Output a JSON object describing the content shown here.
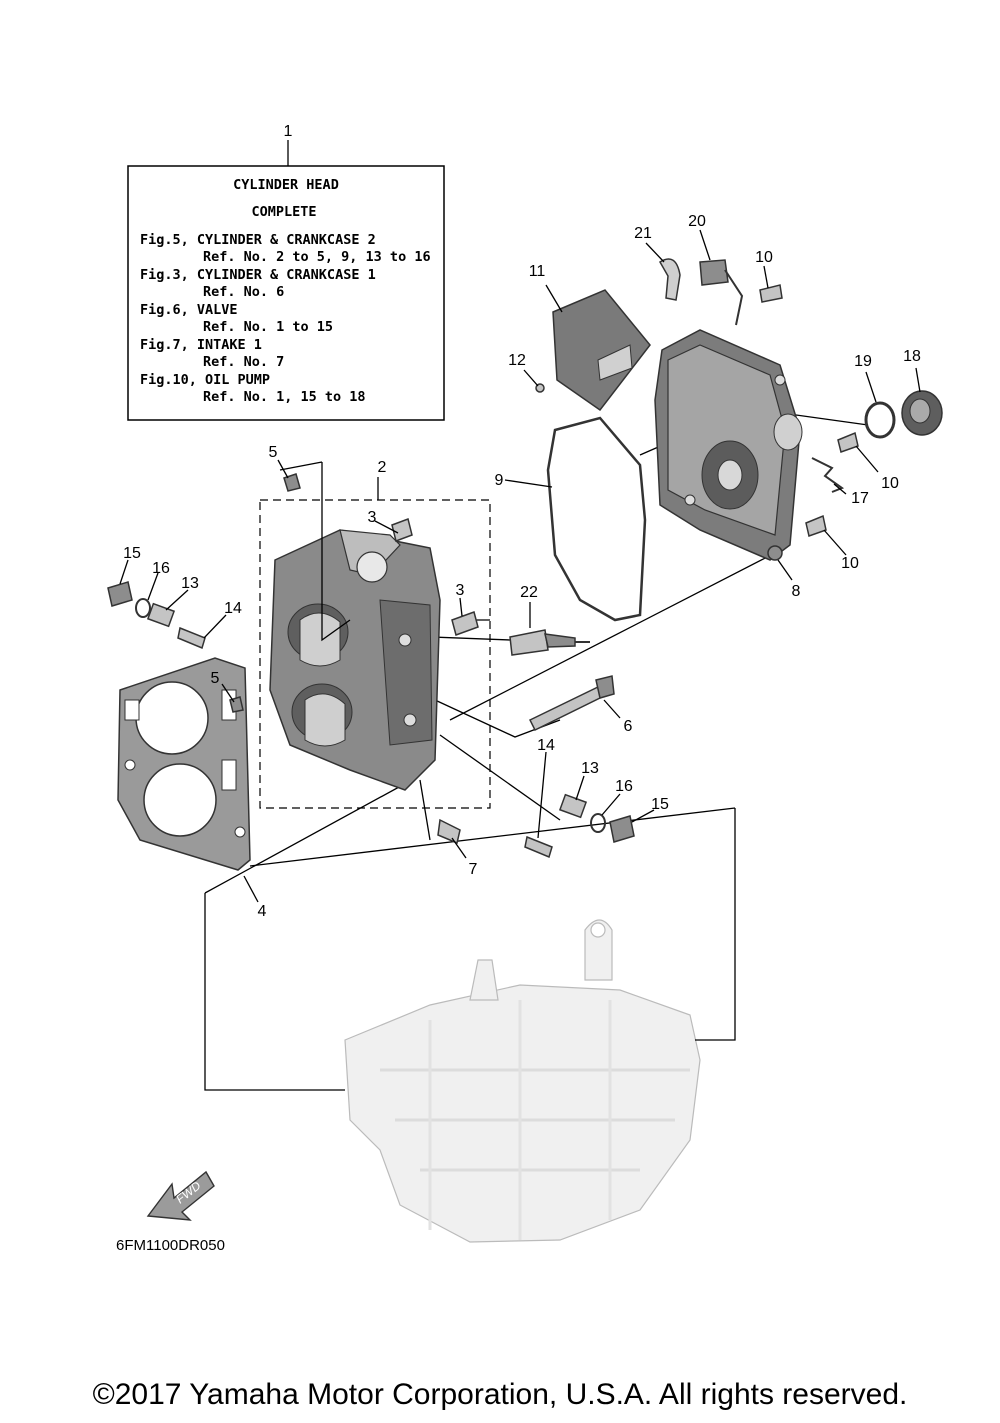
{
  "info_box": {
    "title1": "CYLINDER HEAD",
    "title2": "COMPLETE",
    "lines": [
      "Fig.5, CYLINDER & CRANKCASE 2",
      "Ref. No. 2 to 5, 9, 13 to 16",
      "Fig.3, CYLINDER & CRANKCASE 1",
      "Ref. No. 6",
      "Fig.6, VALVE",
      "Ref. No. 1 to 15",
      "Fig.7, INTAKE 1",
      "Ref. No. 7",
      "Fig.10, OIL PUMP",
      "Ref. No. 1, 15 to 18"
    ]
  },
  "callouts": [
    "1",
    "2",
    "3",
    "3",
    "4",
    "5",
    "5",
    "6",
    "7",
    "8",
    "9",
    "10",
    "10",
    "10",
    "11",
    "12",
    "13",
    "13",
    "14",
    "14",
    "15",
    "15",
    "16",
    "16",
    "17",
    "18",
    "19",
    "20",
    "21",
    "22"
  ],
  "fwd_label": "FWD",
  "diagram_code": "6FM1100DR050",
  "copyright": "©2017 Yamaha Motor Corporation, U.S.A. All rights reserved."
}
